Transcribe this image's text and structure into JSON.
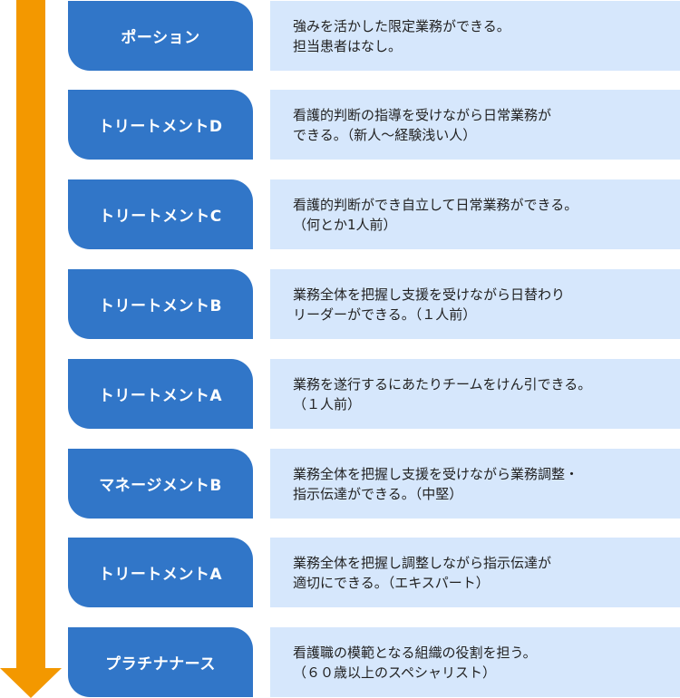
{
  "colors": {
    "arrow": "#f39800",
    "label_bg": "#3176c8",
    "desc_bg": "#d6e7fc"
  },
  "levels": [
    {
      "label": "ポーション",
      "line1": "強みを活かした限定業務ができる。",
      "line2": "担当患者はなし。"
    },
    {
      "label": "トリートメントD",
      "line1": "看護的判断の指導を受けながら日常業務が",
      "line2": "できる。（新人〜経験浅い人）"
    },
    {
      "label": "トリートメントC",
      "line1": "看護的判断ができ自立して日常業務ができる。",
      "line2": "（何とか1人前）"
    },
    {
      "label": "トリートメントB",
      "line1": "業務全体を把握し支援を受けながら日替わり",
      "line2": "リーダーができる。（１人前）"
    },
    {
      "label": "トリートメントA",
      "line1": "業務を遂行するにあたりチームをけん引できる。",
      "line2": "（１人前）"
    },
    {
      "label": "マネージメントB",
      "line1": "業務全体を把握し支援を受けながら業務調整・",
      "line2": "指示伝達ができる。（中堅）"
    },
    {
      "label": "トリートメントA",
      "line1": "業務全体を把握し調整しながら指示伝達が",
      "line2": "適切にできる。（エキスパート）"
    },
    {
      "label": "プラチナナース",
      "line1": "看護職の模範となる組織の役割を担う。",
      "line2": "（６０歳以上のスペシャリスト）"
    }
  ]
}
